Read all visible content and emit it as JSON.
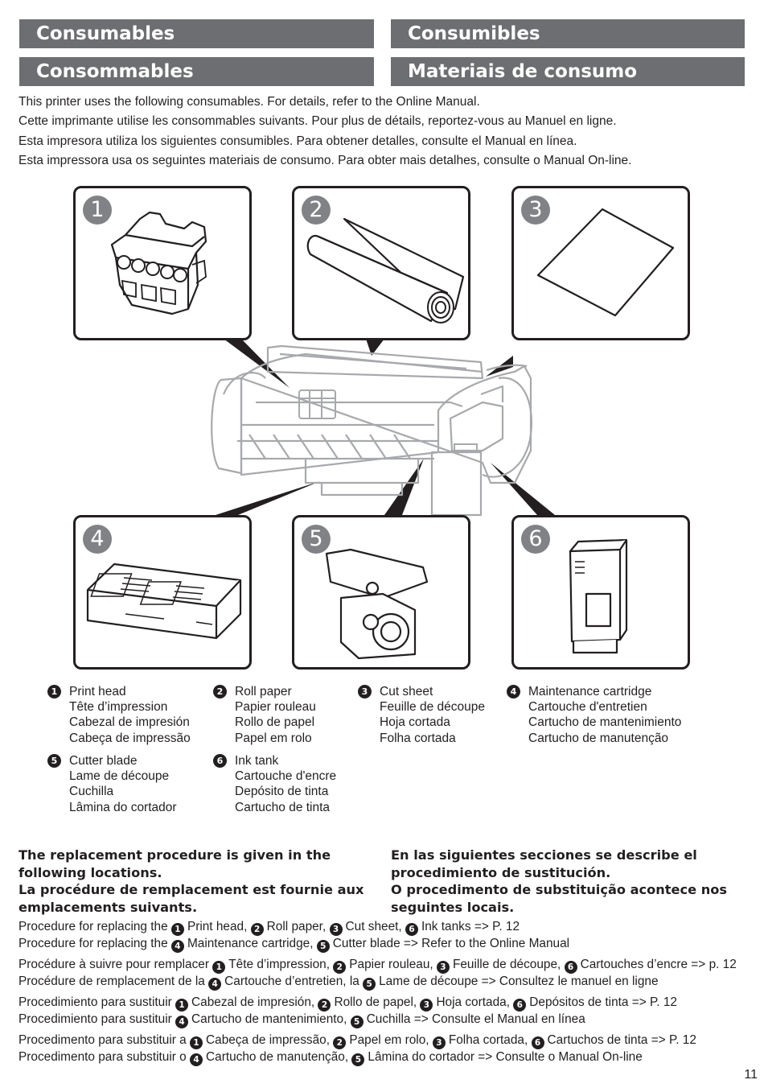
{
  "headers": {
    "en": "Consumables",
    "es": "Consumibles",
    "fr": "Consommables",
    "pt": "Materiais de consumo"
  },
  "intro": [
    "This printer uses the following consumables. For details, refer to the Online Manual.",
    "Cette imprimante utilise les consommables suivants. Pour plus de détails, reportez-vous au Manuel en ligne.",
    "Esta impresora utiliza los siguientes consumibles. Para obtener detalles, consulte el Manual en línea.",
    "Esta impressora usa os seguintes materiais de consumo. Para obter mais detalhes, consulte o Manual On-line."
  ],
  "badges": [
    "1",
    "2",
    "3",
    "4",
    "5",
    "6"
  ],
  "items": [
    {
      "num": "1",
      "names": [
        "Print head",
        "Tête d’impression",
        "Cabezal de impresión",
        "Cabeça de impressão"
      ]
    },
    {
      "num": "2",
      "names": [
        "Roll paper",
        "Papier rouleau",
        "Rollo de papel",
        "Papel em rolo"
      ]
    },
    {
      "num": "3",
      "names": [
        "Cut sheet",
        "Feuille de découpe",
        "Hoja cortada",
        "Folha cortada"
      ]
    },
    {
      "num": "4",
      "names": [
        "Maintenance cartridge",
        "Cartouche d'entretien",
        "Cartucho de mantenimiento",
        "Cartucho de manutenção"
      ]
    },
    {
      "num": "5",
      "names": [
        "Cutter blade",
        "Lame de découpe",
        "Cuchilla",
        "Lâmina do cortador"
      ]
    },
    {
      "num": "6",
      "names": [
        "Ink tank",
        "Cartouche d'encre",
        "Depósito de tinta",
        "Cartucho de tinta"
      ]
    }
  ],
  "replacement": {
    "left": [
      "The replacement procedure is given in the",
      "following locations.",
      "La procédure de remplacement est fournie aux",
      "emplacements suivants."
    ],
    "right": [
      "En las siguientes secciones se describe el",
      "procedimiento de sustitución.",
      "O procedimento de substituição acontece nos",
      "seguintes locais."
    ]
  },
  "procedures": {
    "en": [
      {
        "prefix": "Procedure for replacing the",
        "parts": [
          {
            "n": "1",
            "t": "Print head,"
          },
          {
            "n": "2",
            "t": "Roll paper,"
          },
          {
            "n": "3",
            "t": "Cut sheet,"
          },
          {
            "n": "6",
            "t": "Ink tanks => P. 12"
          }
        ]
      },
      {
        "prefix": "Procedure for replacing the",
        "parts": [
          {
            "n": "4",
            "t": "Maintenance cartridge,"
          },
          {
            "n": "5",
            "t": "Cutter blade => Refer to the Online Manual"
          }
        ]
      }
    ],
    "fr": [
      {
        "prefix": "Procédure à suivre pour remplacer",
        "parts": [
          {
            "n": "1",
            "t": "Tête d’impression,"
          },
          {
            "n": "2",
            "t": "Papier rouleau,"
          },
          {
            "n": "3",
            "t": "Feuille de découpe,"
          },
          {
            "n": "6",
            "t": "Cartouches d’encre => p. 12"
          }
        ]
      },
      {
        "prefix": "Procédure de remplacement de la",
        "parts": [
          {
            "n": "4",
            "t": "Cartouche d’entretien, la"
          },
          {
            "n": "5",
            "t": "Lame de découpe => Consultez le manuel en ligne"
          }
        ]
      }
    ],
    "es": [
      {
        "prefix": "Procedimiento para sustituir",
        "parts": [
          {
            "n": "1",
            "t": "Cabezal de impresión,"
          },
          {
            "n": "2",
            "t": "Rollo de papel,"
          },
          {
            "n": "3",
            "t": "Hoja cortada,"
          },
          {
            "n": "6",
            "t": "Depósitos de tinta => P. 12"
          }
        ]
      },
      {
        "prefix": "Procedimiento para sustituir",
        "parts": [
          {
            "n": "4",
            "t": "Cartucho de mantenimiento,"
          },
          {
            "n": "5",
            "t": "Cuchilla => Consulte el Manual en línea"
          }
        ]
      }
    ],
    "pt": [
      {
        "prefix": "Procedimento para substituir a",
        "parts": [
          {
            "n": "1",
            "t": "Cabeça de impressão,"
          },
          {
            "n": "2",
            "t": "Papel em rolo,"
          },
          {
            "n": "3",
            "t": "Folha cortada,"
          },
          {
            "n": "6",
            "t": "Cartuchos de tinta => P. 12"
          }
        ]
      },
      {
        "prefix": "Procedimento para substituir o",
        "parts": [
          {
            "n": "4",
            "t": "Cartucho de manutenção,"
          },
          {
            "n": "5",
            "t": "Lâmina do cortador => Consulte o Manual On-line"
          }
        ]
      }
    ]
  },
  "page_number": "11",
  "colors": {
    "header_bar": "#6d6e71",
    "badge": "#808285",
    "text": "#231f20"
  }
}
